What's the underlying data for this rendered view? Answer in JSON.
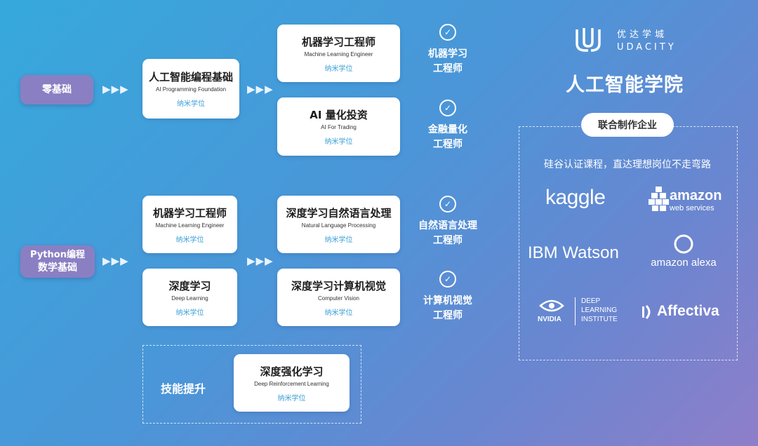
{
  "start": {
    "zero": "零基础",
    "python_l1": "Python编程",
    "python_l2": "数学基础"
  },
  "arrow_glyph": "▶▶▶",
  "courses": {
    "aipf": {
      "title": "人工智能编程基础",
      "en": "AI Programming  Foundation",
      "nano": "纳米学位"
    },
    "mle_top": {
      "title": "机器学习工程师",
      "en": "Machine Learning Engineer",
      "nano": "纳米学位"
    },
    "ai_trading": {
      "title": "AI 量化投资",
      "en": "AI For Trading",
      "nano": "纳米学位"
    },
    "mle_mid": {
      "title": "机器学习工程师",
      "en": "Machine Learning Engineer",
      "nano": "纳米学位"
    },
    "dl": {
      "title": "深度学习",
      "en": "Deep Learning",
      "nano": "纳米学位"
    },
    "nlp": {
      "title": "深度学习自然语言处理",
      "en": "Natural Language Processing",
      "nano": "纳米学位"
    },
    "cv": {
      "title": "深度学习计算机视觉",
      "en": "Computer Vision",
      "nano": "纳米学位"
    },
    "drl": {
      "title": "深度强化学习",
      "en": "Deep Reinforcement Learning",
      "nano": "纳米学位"
    }
  },
  "skill_up": "技能提升",
  "roles": [
    {
      "l1": "机器学习",
      "l2": "工程师"
    },
    {
      "l1": "金融量化",
      "l2": "工程师"
    },
    {
      "l1": "自然语言处理",
      "l2": "工程师"
    },
    {
      "l1": "计算机视觉",
      "l2": "工程师"
    }
  ],
  "brand": {
    "cn": "优达学城",
    "en": "UDACITY",
    "school": "人工智能学院"
  },
  "partners": {
    "label": "联合制作企业",
    "tagline": "硅谷认证课程，直达理想岗位不走弯路",
    "kaggle": "kaggle",
    "amazon": "amazon",
    "aws_sub": "web services",
    "ibm": "IBM Watson",
    "alexa": "amazon alexa",
    "nvidia": "NVIDIA",
    "dli": [
      "DEEP",
      "LEARNING",
      "INSTITUTE"
    ],
    "affectiva": "Affectiva"
  },
  "colors": {
    "accent_pill": "#8a7fc3",
    "nano_blue": "#3aa0d8"
  }
}
